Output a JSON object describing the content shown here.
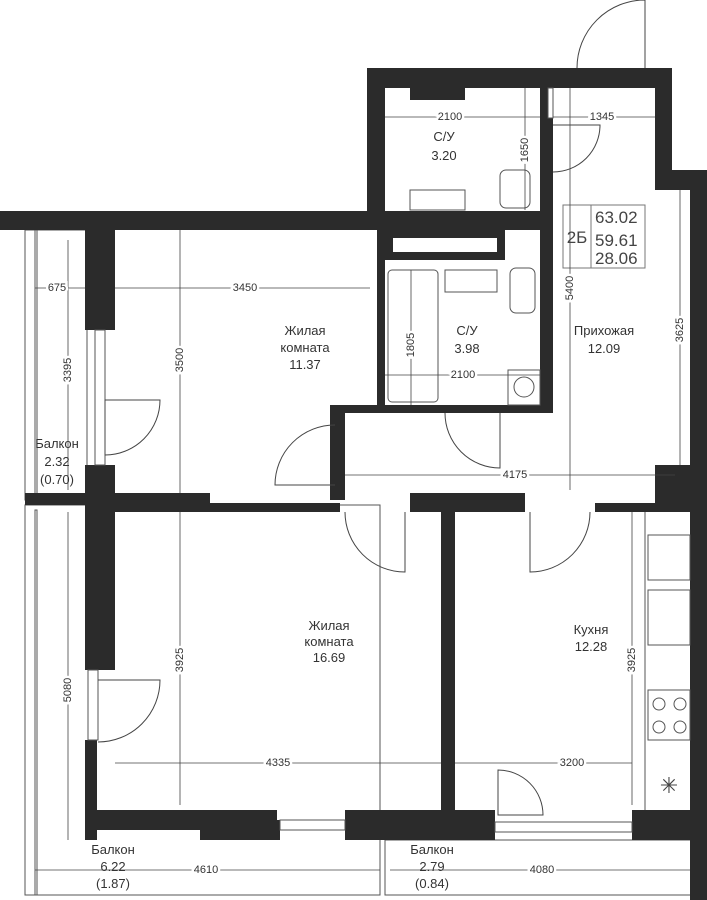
{
  "plan": {
    "apartment_type": "2Б",
    "areas": [
      "63.02",
      "59.61",
      "28.06"
    ]
  },
  "rooms": {
    "wc1": {
      "name": "С/У",
      "area": "3.20"
    },
    "wc2": {
      "name": "С/У",
      "area": "3.98"
    },
    "living1": {
      "name1": "Жилая",
      "name2": "комната",
      "area": "11.37"
    },
    "hall": {
      "name": "Прихожая",
      "area": "12.09"
    },
    "balcony1": {
      "name": "Балкон",
      "area": "2.32",
      "reduced": "(0.70)"
    },
    "living2": {
      "name1": "Жилая",
      "name2": "комната",
      "area": "16.69"
    },
    "kitchen": {
      "name": "Кухня",
      "area": "12.28"
    },
    "balcony2": {
      "name": "Балкон",
      "area": "6.22",
      "reduced": "(1.87)"
    },
    "balcony3": {
      "name": "Балкон",
      "area": "2.79",
      "reduced": "(0.84)"
    }
  },
  "dimensions": [
    "2100",
    "1345",
    "1650",
    "5400",
    "3625",
    "675",
    "3450",
    "3395",
    "3500",
    "1805",
    "2100",
    "4175",
    "5080",
    "3925",
    "4335",
    "3925",
    "3200",
    "4610",
    "4080"
  ]
}
